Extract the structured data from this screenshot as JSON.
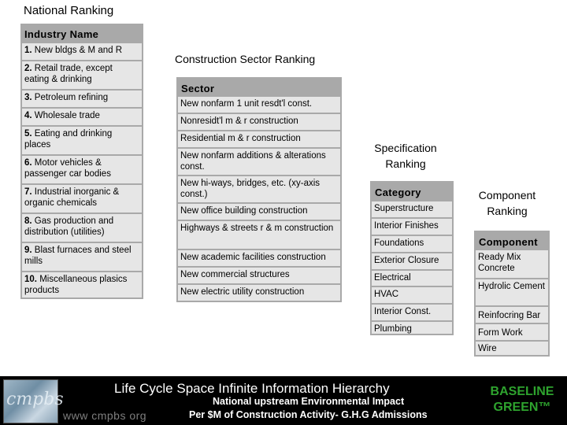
{
  "national_ranking": {
    "title": "National Ranking",
    "header": "Industry Name",
    "items": [
      {
        "num": "1.",
        "text": " New bldgs & M and R"
      },
      {
        "num": "2.",
        "text": " Retail trade, except eating & drinking"
      },
      {
        "num": "3.",
        "text": " Petroleum refining"
      },
      {
        "num": "4.",
        "text": " Wholesale trade"
      },
      {
        "num": "5.",
        "text": " Eating and drinking places"
      },
      {
        "num": "6.",
        "text": " Motor vehicles & passenger car bodies"
      },
      {
        "num": "7.",
        "text": " Industrial inorganic & organic chemicals"
      },
      {
        "num": "8.",
        "text": " Gas production and distribution (utilities)"
      },
      {
        "num": "9.",
        "text": " Blast furnaces and steel mills"
      },
      {
        "num": "10.",
        "text": " Miscellaneous plasics products"
      }
    ]
  },
  "construction_sector": {
    "title": "Construction Sector Ranking",
    "header": "Sector",
    "items": [
      "New nonfarm 1 unit resdt'l const.",
      "Nonresidt'l m & r construction",
      "Residential m & r construction",
      "New nonfarm additions & alterations const.",
      "New hi-ways, bridges, etc. (xy-axis const.)",
      "New office building construction",
      "Highways & streets r & m construction",
      "New academic facilities construction",
      "New commercial structures",
      "New electric utility construction"
    ]
  },
  "specification": {
    "title": "Specification Ranking",
    "header": "Category",
    "items": [
      "Superstructure",
      "Interior Finishes",
      "Foundations",
      "Exterior Closure",
      "Electrical",
      "HVAC",
      "Interior Const.",
      "Plumbing"
    ]
  },
  "component": {
    "title": "Component Ranking",
    "header": "Component",
    "items": [
      "Ready Mix Concrete",
      "Hydrolic Cement",
      "Reinfocring Bar",
      "Form Work",
      "Wire"
    ]
  },
  "footer": {
    "logo_text": "cmpbs",
    "logo_url": "www cmpbs org",
    "title": "Life Cycle Space Infinite Information Hierarchy",
    "sub1": "National upstream Environmental Impact",
    "sub2": "Per $M of Construction Activity- G.H.G Admissions",
    "brand_line1": "BASELINE",
    "brand_line2": "GREEN™"
  }
}
